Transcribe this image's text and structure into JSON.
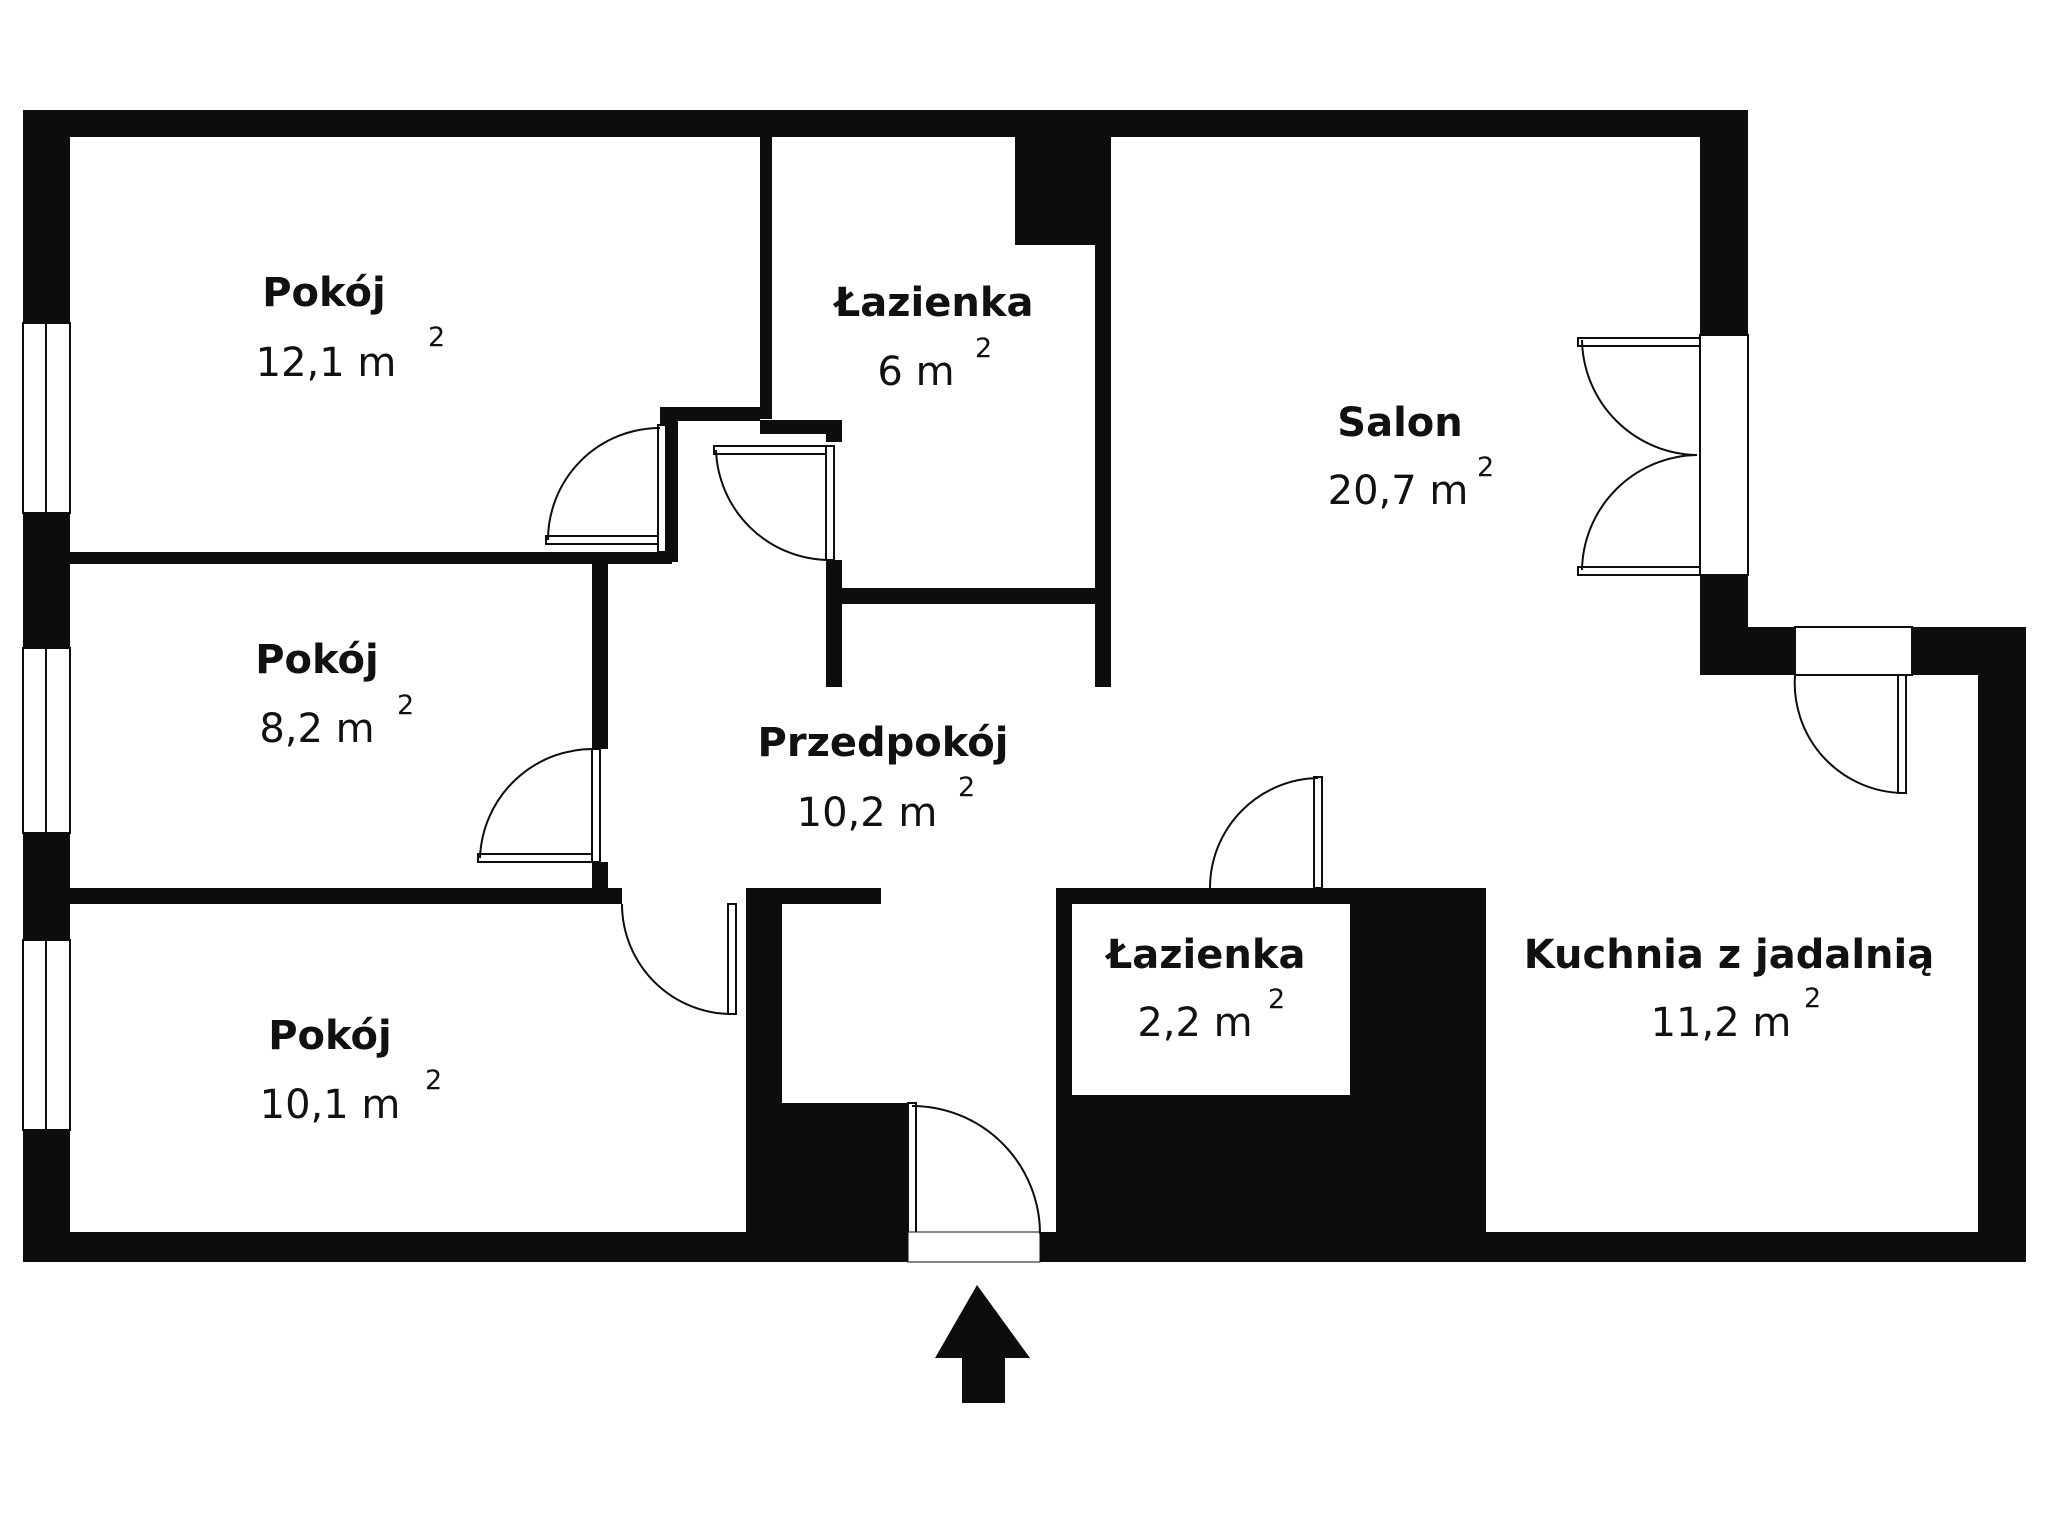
{
  "floor_plan": {
    "rooms": [
      {
        "id": "pokoj-1",
        "name": "Pokój",
        "area": "12,1 m",
        "unit_sup": "2"
      },
      {
        "id": "lazienka-1",
        "name": "Łazienka",
        "area": "6 m",
        "unit_sup": "2"
      },
      {
        "id": "salon",
        "name": "Salon",
        "area": "20,7 m",
        "unit_sup": "2"
      },
      {
        "id": "pokoj-2",
        "name": "Pokój",
        "area": "8,2 m",
        "unit_sup": "2"
      },
      {
        "id": "przedpokoj",
        "name": "Przedpokój",
        "area": "10,2 m",
        "unit_sup": "2"
      },
      {
        "id": "lazienka-2",
        "name": "Łazienka",
        "area": "2,2 m",
        "unit_sup": "2"
      },
      {
        "id": "kuchnia",
        "name": "Kuchnia z jadalnią",
        "area": "11,2 m",
        "unit_sup": "2"
      },
      {
        "id": "pokoj-3",
        "name": "Pokój",
        "area": "10,1 m",
        "unit_sup": "2"
      }
    ],
    "colors": {
      "wall": "#0d0d0d",
      "background": "#ffffff",
      "text": "#111111"
    },
    "icons": {
      "entrance": "up-arrow-icon"
    }
  }
}
